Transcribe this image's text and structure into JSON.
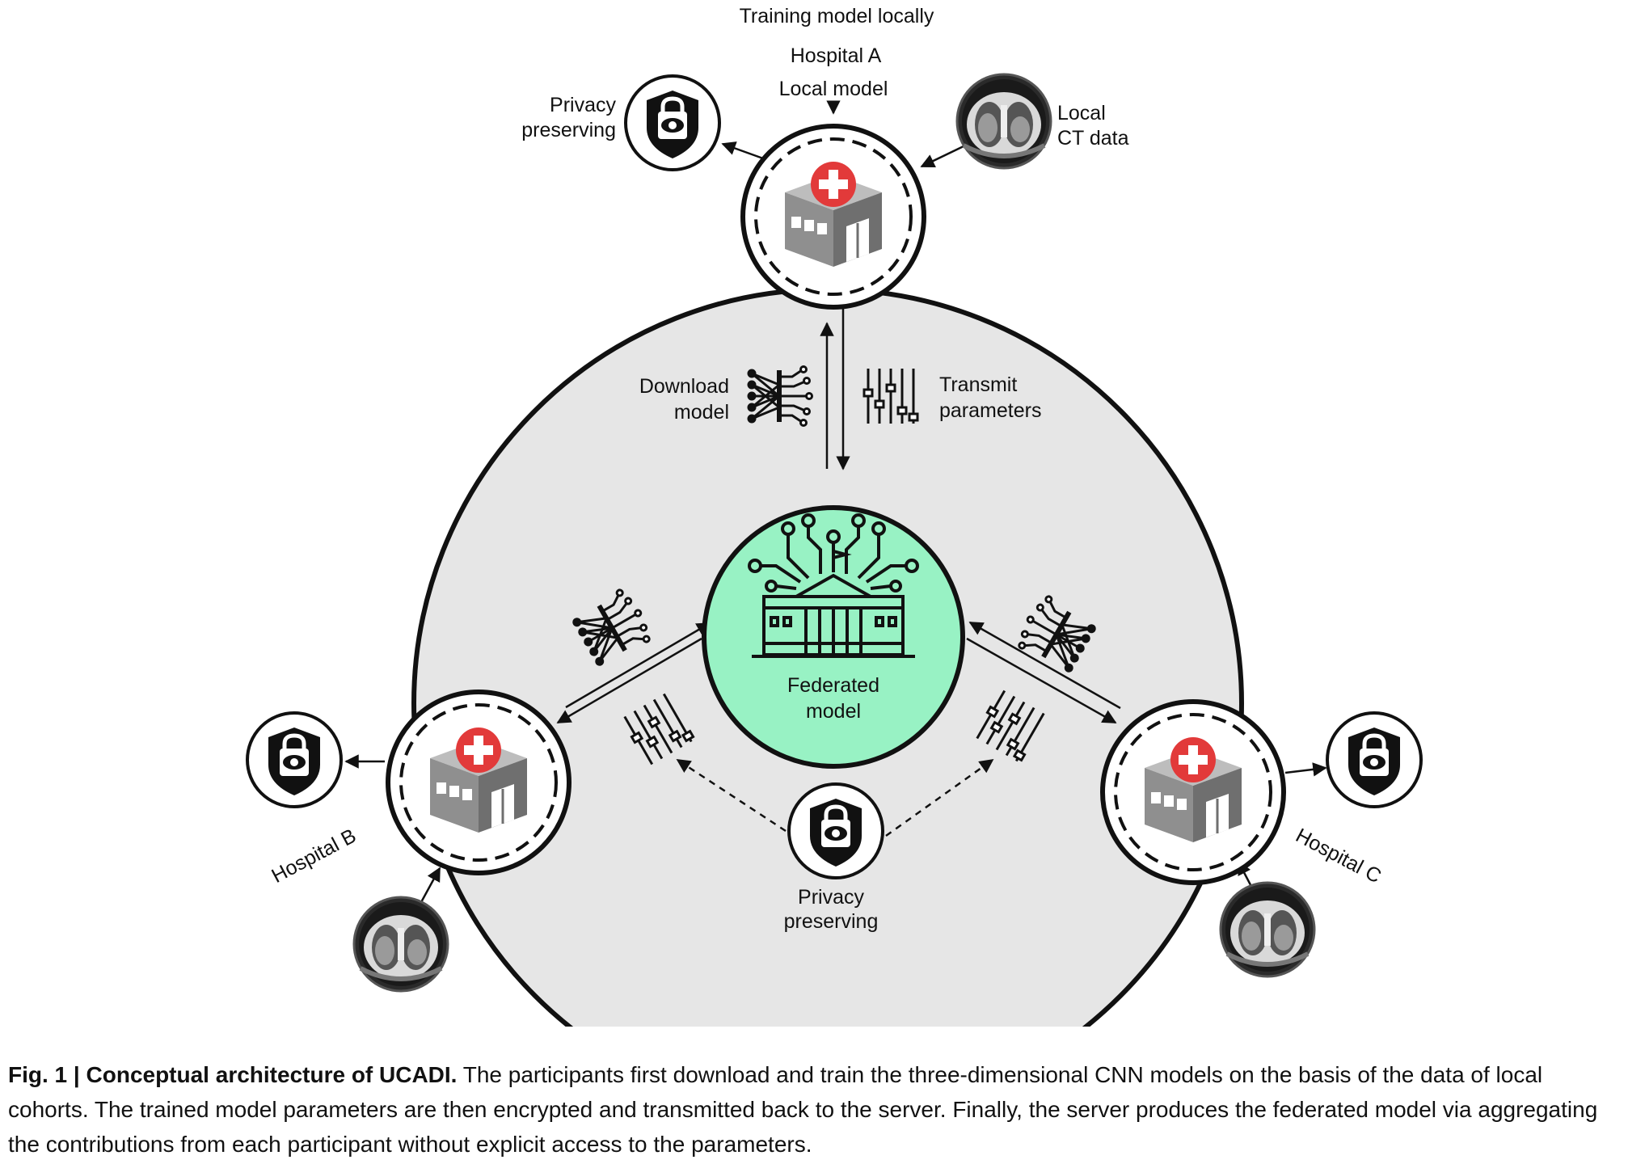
{
  "labels": {
    "training_locally": "Training model locally",
    "hospital_a": "Hospital A",
    "local_model": "Local model",
    "hospital_b": "Hospital B",
    "hospital_c": "Hospital C",
    "local_ct_line1": "Local",
    "local_ct_line2": "CT data",
    "privacy_line1": "Privacy",
    "privacy_line2": "preserving",
    "download_line1": "Download",
    "download_line2": "model",
    "transmit_line1": "Transmit",
    "transmit_line2": "parameters",
    "federated_line1": "Federated",
    "federated_line2": "model"
  },
  "caption": {
    "label": "Fig. 1 | Conceptual architecture of UCADI.",
    "text": " The participants first download and train the three-dimensional CNN models on the basis of the data of local cohorts. The trained model parameters are then encrypted and transmitted back to the server. Finally, the server produces the federated model via aggregating the contributions from each participant without explicit access to the parameters."
  },
  "colors": {
    "outer_circle_fill": "#e6e6e6",
    "federated_fill": "#98f2c4",
    "hospital_red": "#e23a3a",
    "building_gray": "#8f8f8f",
    "stroke": "#111111"
  },
  "icons": [
    "hospital-building-icon",
    "shield-lock-eye-icon",
    "ct-scan-icon",
    "neural-network-icon",
    "sliders-icon",
    "federated-government-icon"
  ]
}
